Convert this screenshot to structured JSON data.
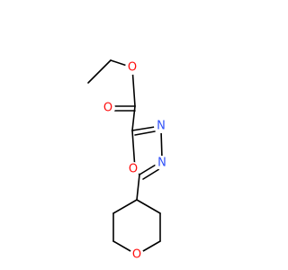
{
  "colors": {
    "bond": "#000000",
    "oxygen": "#ff0d0d",
    "nitrogen": "#3050f8",
    "background": "#ffffff"
  },
  "atoms": [
    {
      "id": "o_ester",
      "symbol": "O",
      "element": "O"
    },
    {
      "id": "o_carbonyl",
      "symbol": "O",
      "element": "O"
    },
    {
      "id": "n3",
      "symbol": "N",
      "element": "N"
    },
    {
      "id": "n4",
      "symbol": "N",
      "element": "N"
    },
    {
      "id": "o_ring",
      "symbol": "O",
      "element": "O"
    },
    {
      "id": "o_thp",
      "symbol": "O",
      "element": "O"
    }
  ]
}
